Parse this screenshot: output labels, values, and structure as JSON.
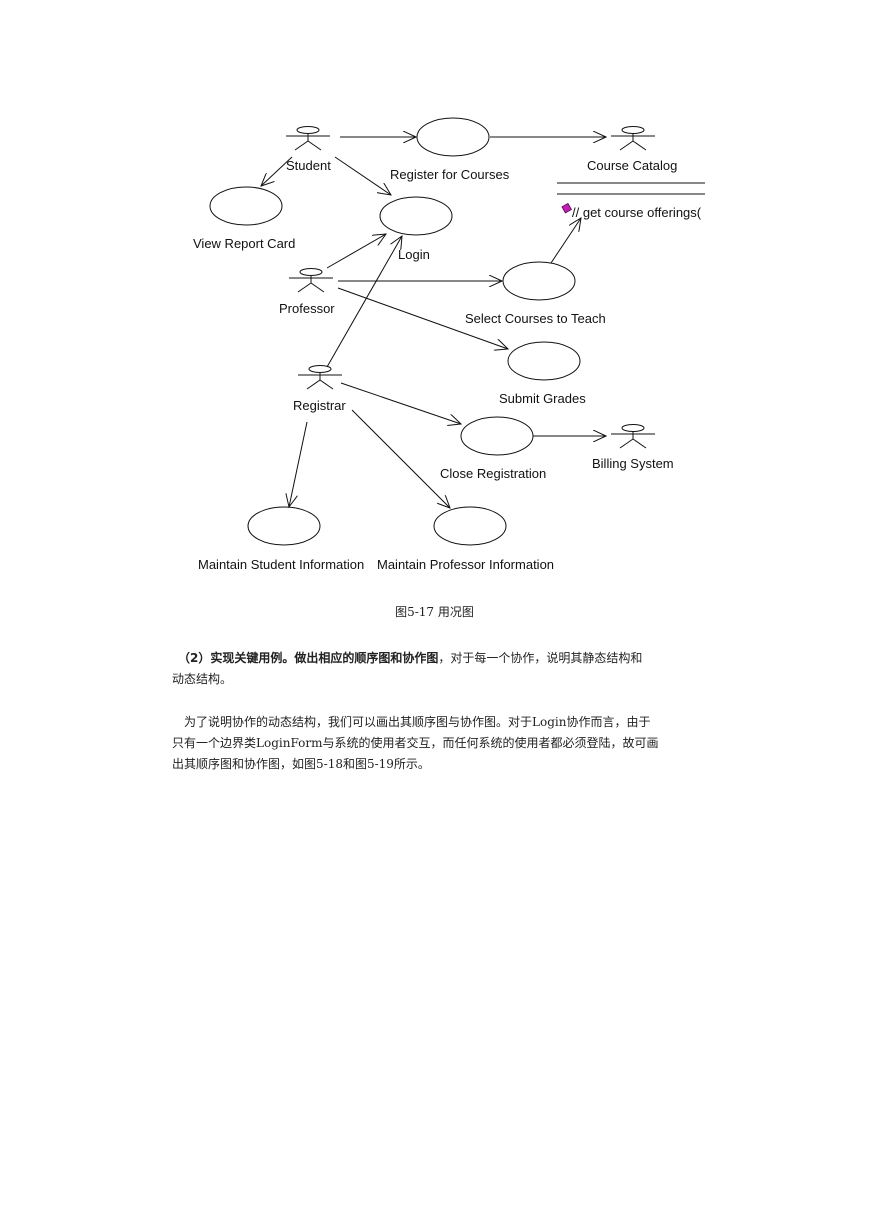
{
  "diagram": {
    "actors": {
      "student": "Student",
      "professor": "Professor",
      "registrar": "Registrar",
      "course_catalog": "Course Catalog",
      "billing_system": "Billing System"
    },
    "use_cases": {
      "register_for_courses": "Register for Courses",
      "view_report_card": "View Report Card",
      "login": "Login",
      "select_courses_to_teach": "Select Courses to Teach",
      "submit_grades": "Submit Grades",
      "close_registration": "Close Registration",
      "maintain_student_information": "Maintain Student Information",
      "maintain_professor_information": "Maintain Professor Information"
    },
    "class_operation": "// get course offerings("
  },
  "caption": "图5-17 用况图",
  "paragraph1": {
    "bold": "（2）实现关键用例。做出相应的顺序图和协作图",
    "rest_line1": "，对于每一个协作，说明其静态结构和",
    "line2": "动态结构。"
  },
  "paragraph2": {
    "line1": "为了说明协作的动态结构，我们可以画出其顺序图与协作图。对于Login协作而言，由于",
    "line2": "只有一个边界类LoginForm与系统的使用者交互，而任何系统的使用者都必须登陆，故可画",
    "line3": "出其顺序图和协作图，如图5-18和图5-19所示。"
  }
}
